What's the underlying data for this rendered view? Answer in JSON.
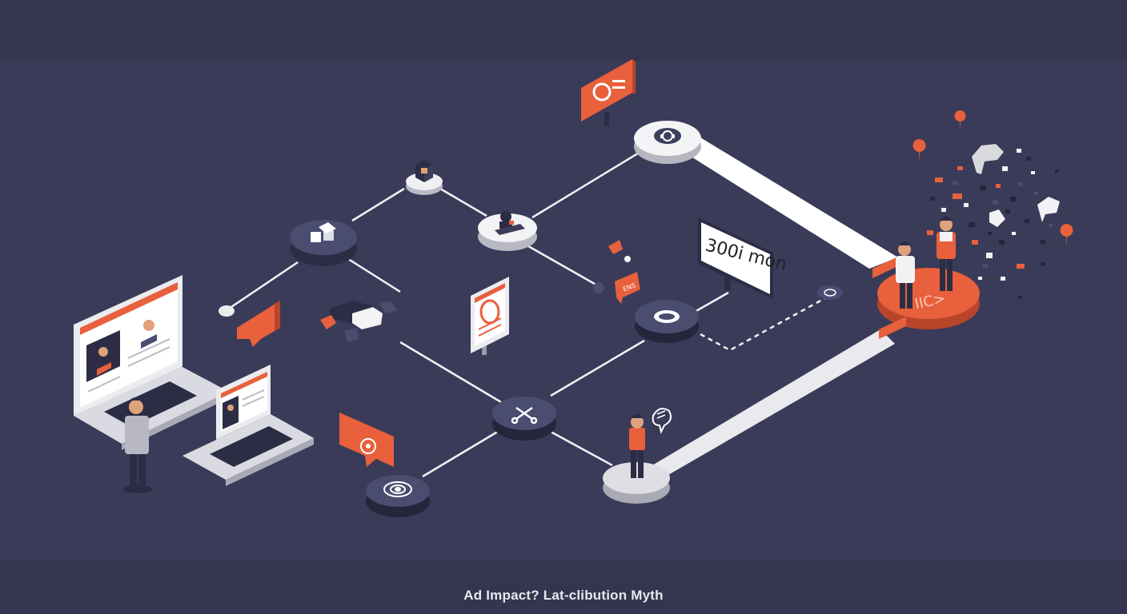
{
  "caption": "Ad Impact? Lat-clibution Myth",
  "billboard_text": "300i mon",
  "plate_text": "IIC>",
  "bubble_text": "ENS",
  "colors": {
    "background": "#3a3b59",
    "band": "#34354f",
    "accent": "#e8603c",
    "node_light": "#ececef",
    "node_dark": "#4a4c70",
    "line": "#f2f2f5"
  },
  "icons": {
    "top_node": "headset-icon",
    "node_left_upper": "gift-icon",
    "node_center": "person-desk-icon",
    "node_right": "cloud-icon",
    "node_lower_center": "scissors-icon",
    "node_bottom_left": "target-icon",
    "small_top": "cube-icon"
  }
}
